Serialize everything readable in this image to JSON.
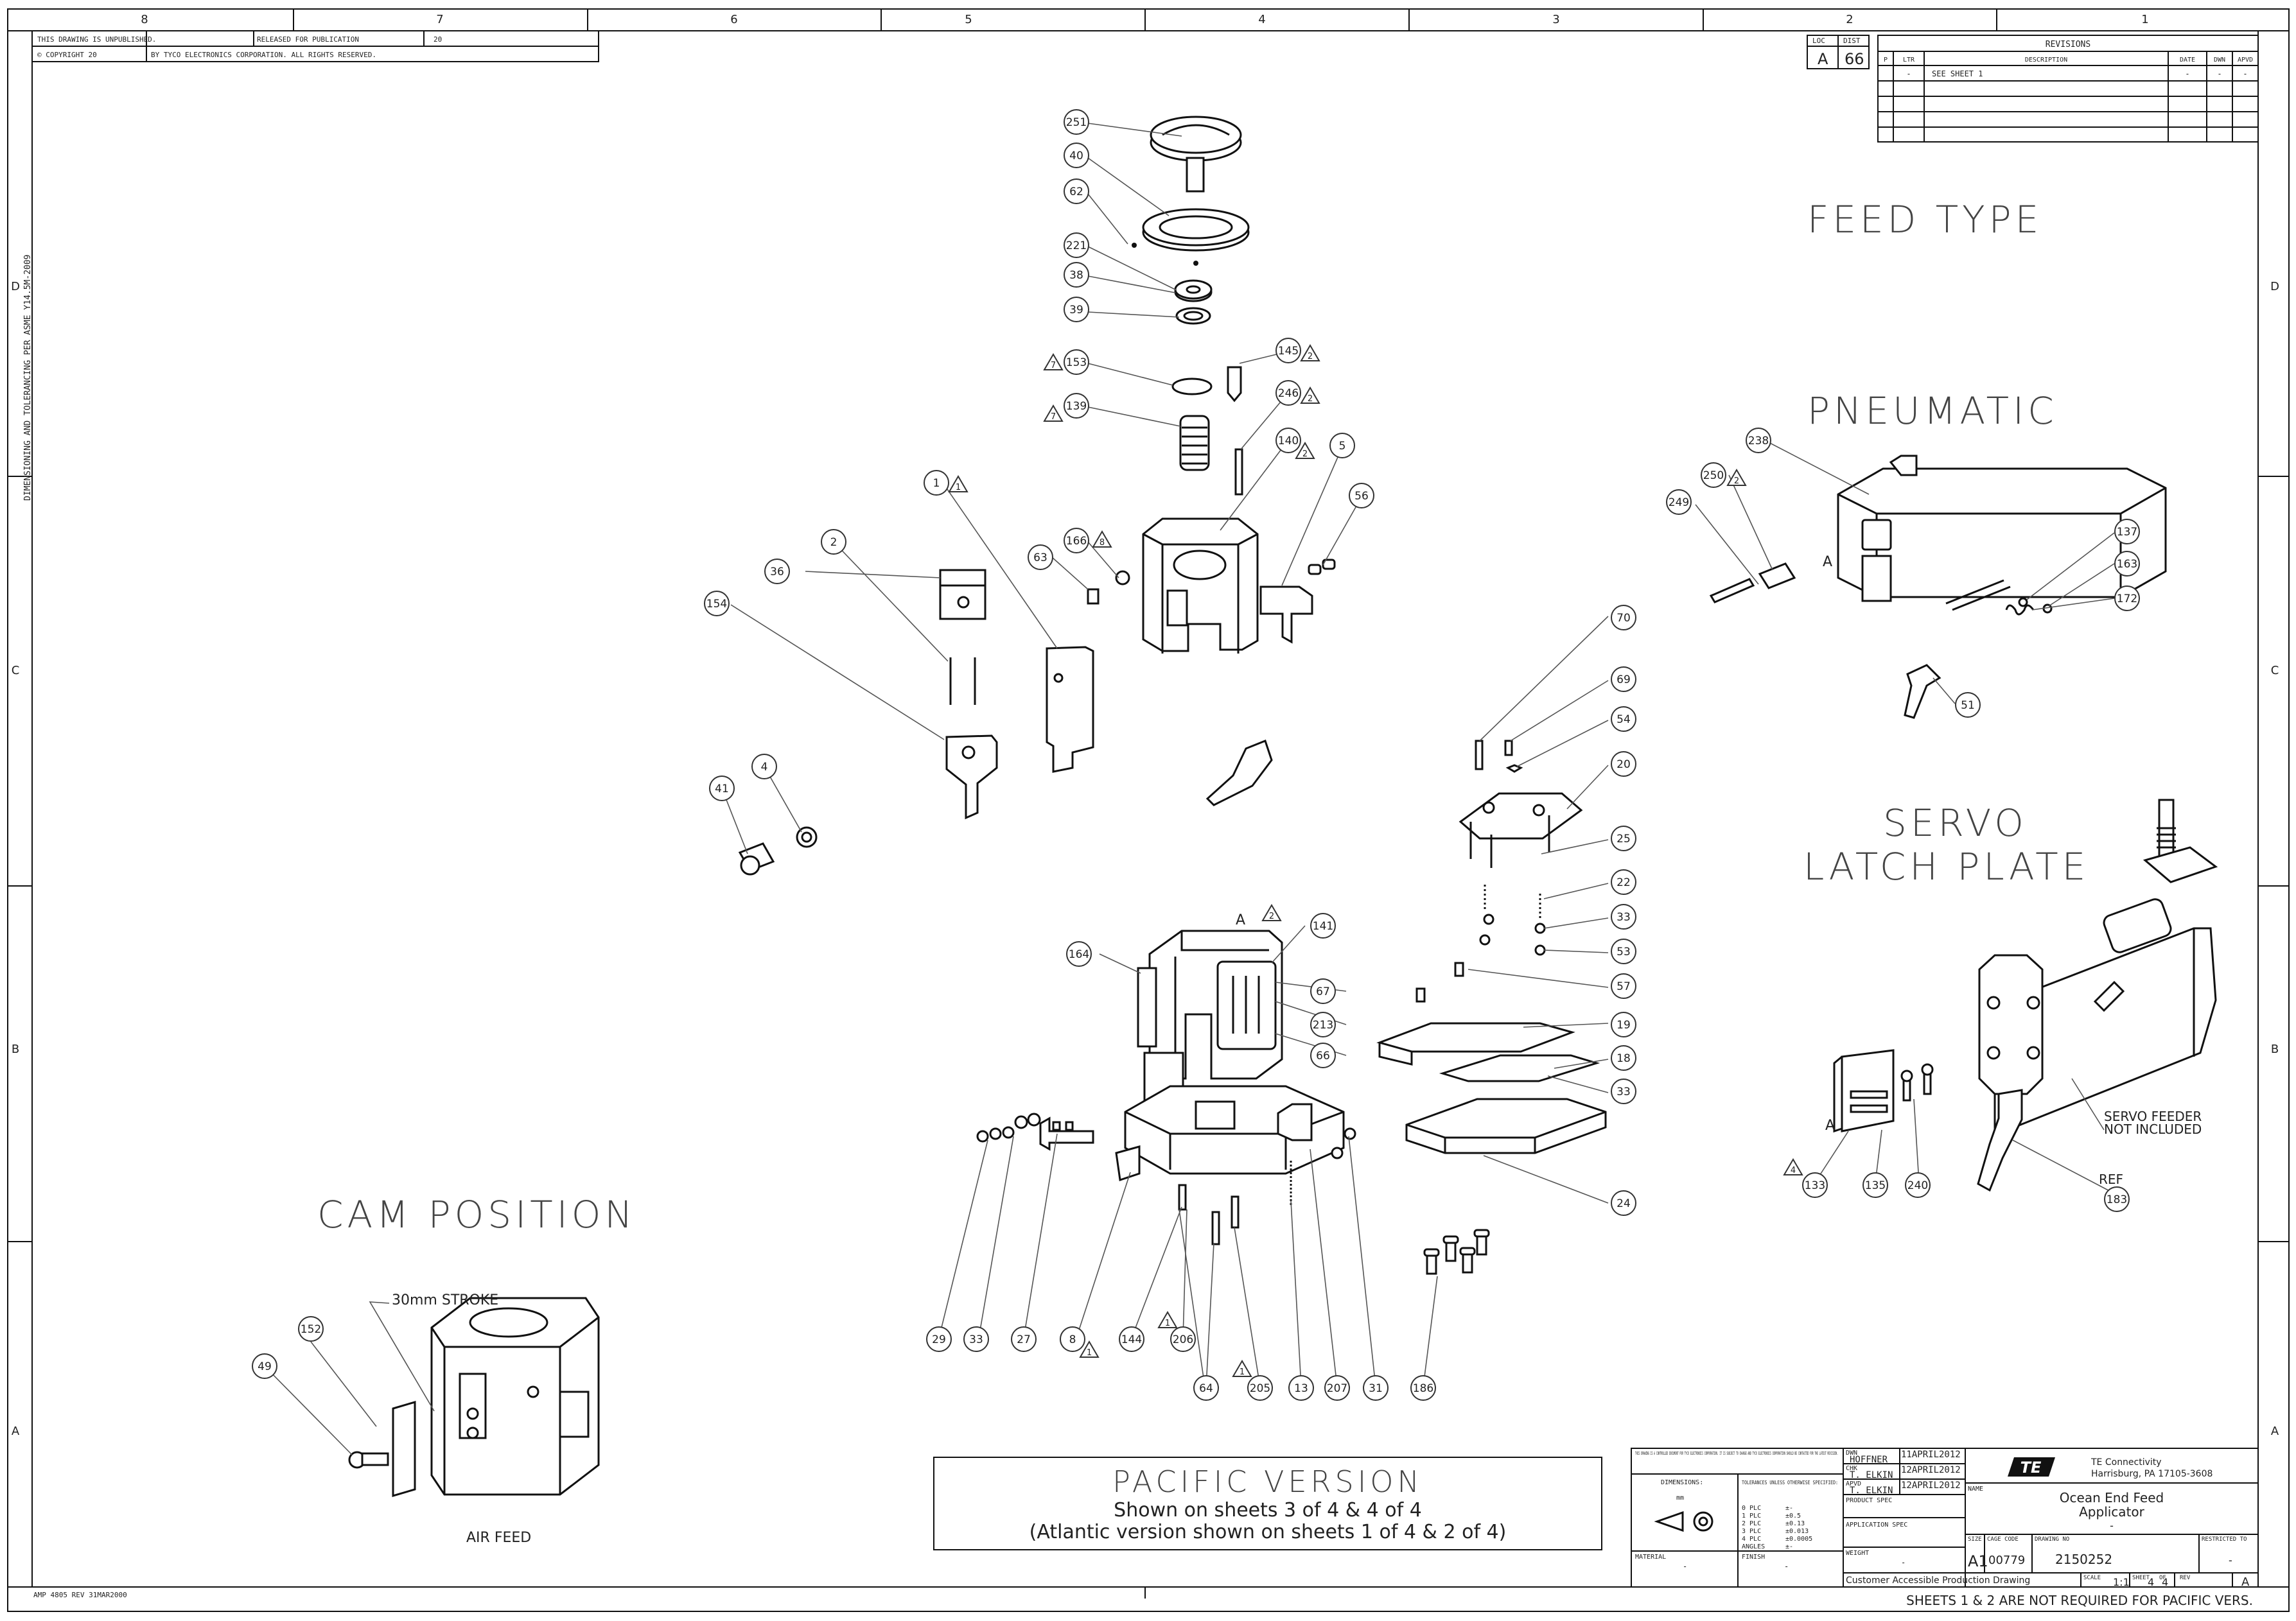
{
  "zone_columns": [
    "8",
    "7",
    "6",
    "5",
    "4",
    "3",
    "2",
    "1"
  ],
  "zone_rows": [
    "D",
    "C",
    "B",
    "A"
  ],
  "top_left_block": {
    "unpublished": "THIS DRAWING IS UNPUBLISHED.",
    "released": "RELEASED FOR PUBLICATION",
    "year_a": "20",
    "copyright": "© COPYRIGHT 20",
    "owner": "BY TYCO ELECTRONICS CORPORATION. ALL RIGHTS RESERVED."
  },
  "side_note": "DIMENSIONING AND TOLERANCING PER ASME Y14.5M-2009",
  "loc_dist": {
    "loc_label": "LOC",
    "loc_value": "A",
    "dist_label": "DIST",
    "dist_value": "66"
  },
  "revisions": {
    "title": "REVISIONS",
    "headers": [
      "P",
      "LTR",
      "DESCRIPTION",
      "DATE",
      "DWN",
      "APVD"
    ],
    "rows": [
      [
        "",
        "-",
        "SEE SHEET 1",
        "-",
        "-",
        "-"
      ]
    ]
  },
  "headings": {
    "feed_type": "FEED TYPE",
    "pneumatic": "PNEUMATIC",
    "servo": "SERVO",
    "latch_plate": "LATCH PLATE",
    "cam_position": "CAM POSITION",
    "air_feed": "AIR FEED",
    "stroke": "30mm STROKE",
    "servo_note_1": "SERVO FEEDER",
    "servo_note_2": "NOT INCLUDED",
    "ref": "REF",
    "view_a": "A"
  },
  "version_box": {
    "title": "PACIFIC VERSION",
    "line1": "Shown on sheets 3 of 4 & 4 of 4",
    "line2": "(Atlantic version shown on sheets 1 of 4 & 2 of 4)"
  },
  "balloons": {
    "b251": "251",
    "b40": "40",
    "b62": "62",
    "b221": "221",
    "b38": "38",
    "b39": "39",
    "b153": "153",
    "b139": "139",
    "b145": "145",
    "b246": "246",
    "b140": "140",
    "b5": "5",
    "b56": "56",
    "b166": "166",
    "b63": "63",
    "b1": "1",
    "b2": "2",
    "b36": "36",
    "b154": "154",
    "b41": "41",
    "b4": "4",
    "b164": "164",
    "b141": "141",
    "b67": "67",
    "b213": "213",
    "b66": "66",
    "b70": "70",
    "b69": "69",
    "b54": "54",
    "b20": "20",
    "b25": "25",
    "b22": "22",
    "b33a": "33",
    "b53": "53",
    "b57": "57",
    "b19": "19",
    "b18": "18",
    "b33b": "33",
    "b24": "24",
    "b29": "29",
    "b33c": "33",
    "b27": "27",
    "b8": "8",
    "b144": "144",
    "b206": "206",
    "b64": "64",
    "b205": "205",
    "b13": "13",
    "b207": "207",
    "b31": "31",
    "b186": "186",
    "b238": "238",
    "b250": "250",
    "b249": "249",
    "b137": "137",
    "b163": "163",
    "b172": "172",
    "b51": "51",
    "b133": "133",
    "b135": "135",
    "b240": "240",
    "b183": "183",
    "b152": "152",
    "b49": "49"
  },
  "flags": {
    "f7": "7",
    "f2": "2",
    "f1": "1",
    "f8": "8",
    "f4": "4"
  },
  "title_block": {
    "proprietary": "THIS DRAWING IS A CONTROLLED DOCUMENT FOR TYCO ELECTRONICS CORPORATION. IT IS SUBJECT TO CHANGE AND TYCO ELECTRONICS CORPORATION SHOULD BE CONTACTED FOR THE LATEST REVISION.",
    "dimensions_label": "DIMENSIONS:",
    "dimensions_value": "mm",
    "tolerances_label": "TOLERANCES UNLESS OTHERWISE SPECIFIED:",
    "tolerances": [
      [
        "0 PLC",
        "±-"
      ],
      [
        "1 PLC",
        "±0.5"
      ],
      [
        "2 PLC",
        "±0.13"
      ],
      [
        "3 PLC",
        "±0.013"
      ],
      [
        "4 PLC",
        "±0.0005"
      ],
      [
        "ANGLES",
        "±-"
      ]
    ],
    "material_label": "MATERIAL",
    "material_value": "-",
    "finish_label": "FINISH",
    "finish_value": "-",
    "dwn_label": "DWN",
    "dwn_name": "HOFFNER",
    "dwn_date": "11APRIL2012",
    "chk_label": "CHK",
    "chk_name": "T. ELKIN",
    "chk_date": "12APRIL2012",
    "apvd_label": "APVD",
    "apvd_name": "T. ELKIN",
    "apvd_date": "12APRIL2012",
    "product_spec_label": "PRODUCT SPEC",
    "application_spec_label": "APPLICATION SPEC",
    "weight_label": "WEIGHT",
    "weight_value": "-",
    "company": "TE Connectivity",
    "address": "Harrisburg, PA 17105-3608",
    "logo_text": "TE",
    "name_label": "NAME",
    "name_line1": "Ocean End Feed",
    "name_line2": "Applicator",
    "name_line3": "-",
    "size_label": "SIZE",
    "size_value": "A1",
    "cage_label": "CAGE CODE",
    "cage_value": "00779",
    "drawing_no_label": "DRAWING NO",
    "drawing_no": "2150252",
    "restricted_label": "RESTRICTED TO",
    "restricted_value": "-",
    "scale_label": "SCALE",
    "scale_value": "1:1",
    "sheet_label": "SHEET",
    "sheet_value": "4",
    "of_label": "OF",
    "of_value": "4",
    "rev_label": "REV",
    "rev_value": "A",
    "customer_note": "Customer Accessible Production Drawing"
  },
  "footer_form": "AMP 4805 REV 31MAR2000",
  "footer_note": "SHEETS 1 & 2 ARE NOT REQUIRED FOR PACIFIC VERS."
}
